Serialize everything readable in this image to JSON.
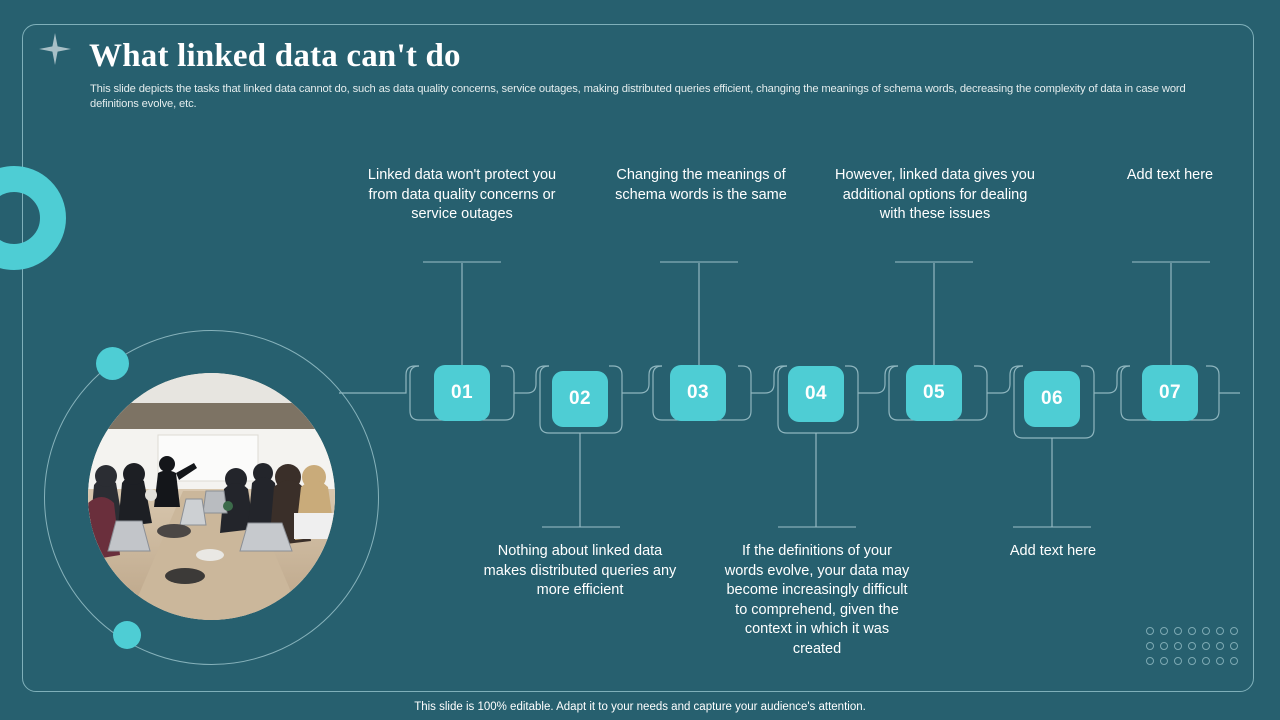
{
  "slide": {
    "title": "What linked data can't do",
    "subtitle": "This slide depicts the tasks that linked data cannot do, such as data quality concerns, service outages, making distributed queries efficient, changing the meanings of schema words, decreasing the complexity of data in case word definitions evolve, etc.",
    "footer": "This slide is 100% editable. Adapt it to your needs and capture your audience's attention."
  },
  "colors": {
    "background": "#27606f",
    "accent": "#4ecdd4",
    "line": "#86b2bb",
    "text": "#ffffff"
  },
  "steps": [
    {
      "number": "01",
      "label": "Linked data won't protect you from data quality concerns or service outages",
      "position": "top"
    },
    {
      "number": "02",
      "label": "Nothing about linked data makes distributed queries any more efficient",
      "position": "bottom"
    },
    {
      "number": "03",
      "label": "Changing the meanings of schema words is the same",
      "position": "top"
    },
    {
      "number": "04",
      "label": "If the definitions of your words evolve, your data may become increasingly difficult to comprehend, given the context in which it was created",
      "position": "bottom"
    },
    {
      "number": "05",
      "label": "However, linked data gives you additional options for dealing with these issues",
      "position": "top"
    },
    {
      "number": "06",
      "label": "Add text here",
      "position": "bottom"
    },
    {
      "number": "07",
      "label": "Add text here",
      "position": "top"
    }
  ],
  "decorations": {
    "sparkle": "sparkle-icon",
    "photo_caption": "meeting-room-photo"
  }
}
